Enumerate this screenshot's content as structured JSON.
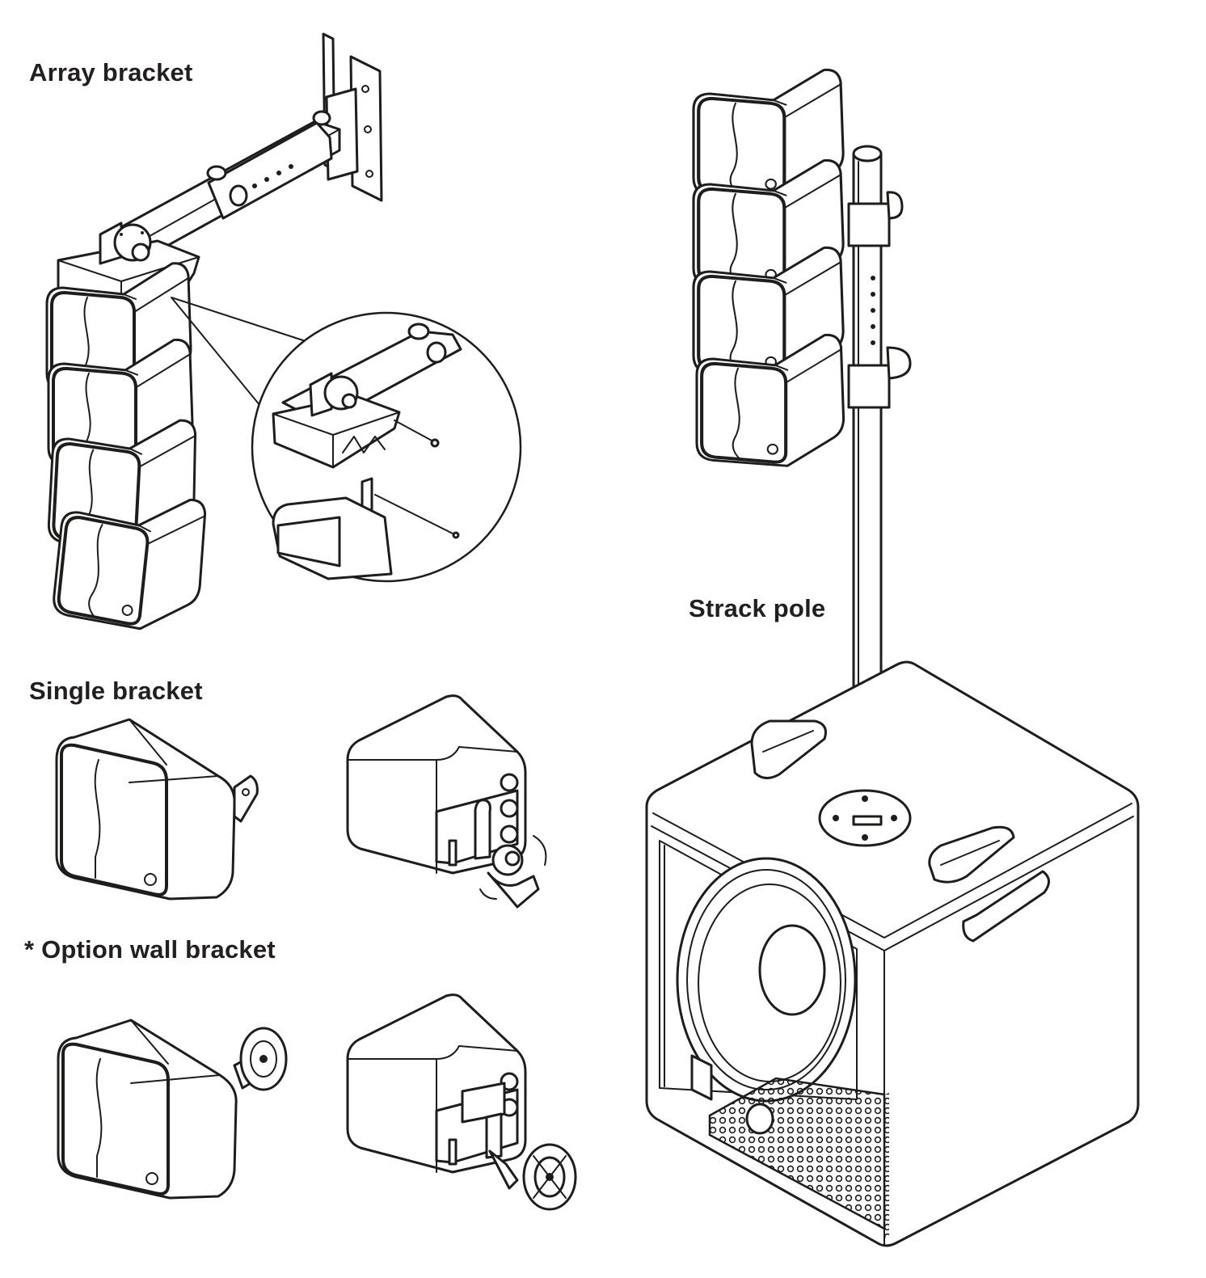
{
  "labels": {
    "array_bracket": "Array bracket",
    "strack_pole": "Strack pole",
    "single_bracket": "Single bracket",
    "option_wall_bracket": "* Option wall bracket"
  }
}
